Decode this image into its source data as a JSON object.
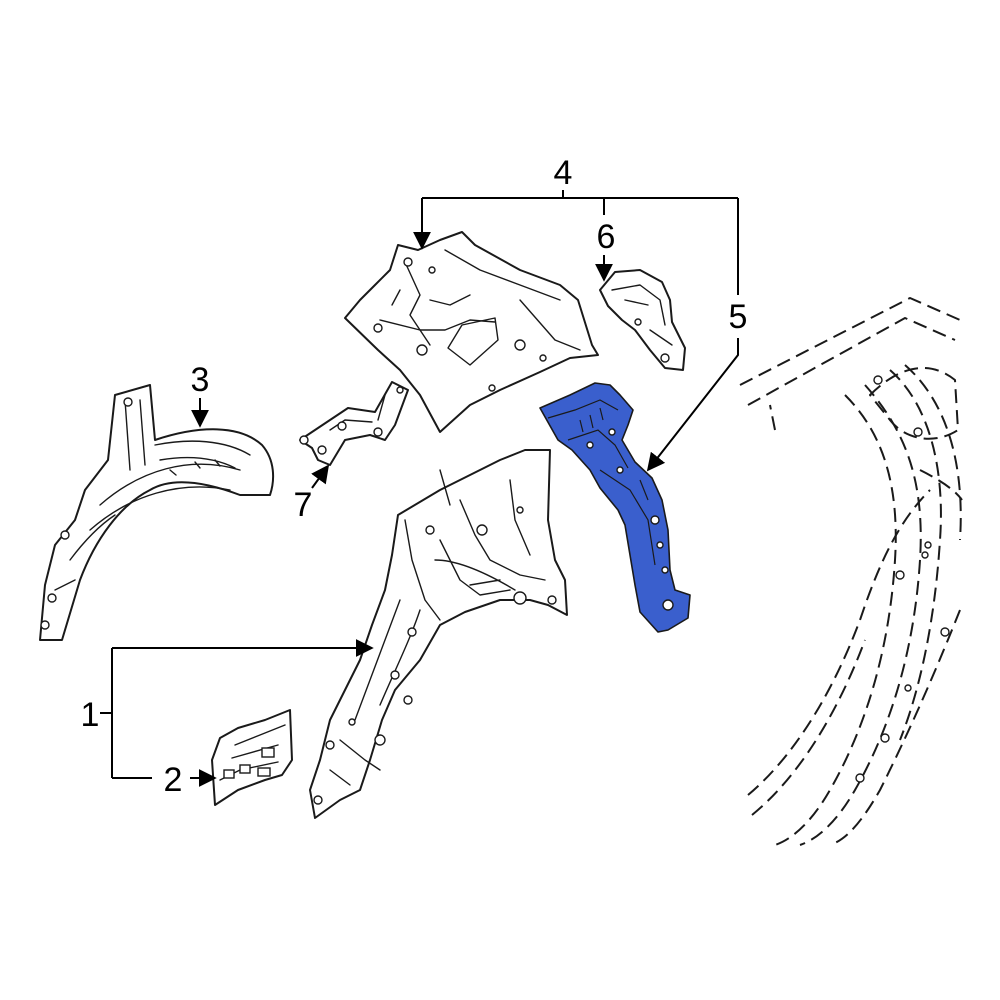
{
  "colors": {
    "highlight": "#3a5fcd",
    "line": "#1a1a1a",
    "background": "#ffffff"
  },
  "callouts": {
    "c1": "1",
    "c2": "2",
    "c3": "3",
    "c4": "4",
    "c5": "5",
    "c6": "6",
    "c7": "7"
  }
}
